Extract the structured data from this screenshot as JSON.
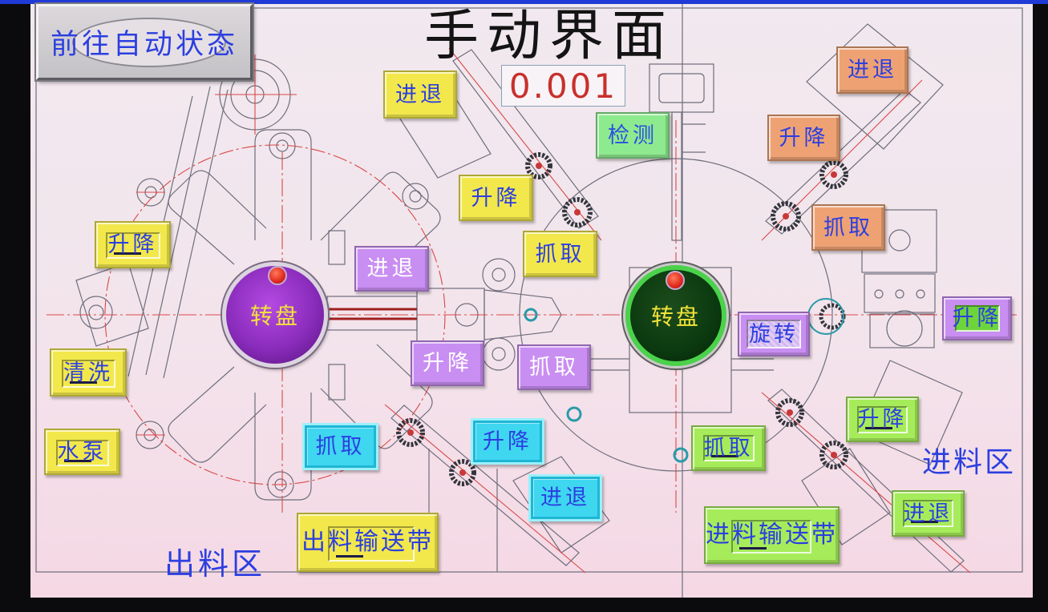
{
  "nav": {
    "goto_auto": "前往自动状态"
  },
  "header": {
    "title": "手动界面",
    "readout": "0.001"
  },
  "turntables": {
    "left": "转盘",
    "right": "转盘"
  },
  "zones": {
    "outfeed": "出料区",
    "infeed": "进料区"
  },
  "left_station": {
    "lift": "升降",
    "wash": "清洗",
    "pump": "水泵"
  },
  "yellow_arm": {
    "advance": "进退",
    "lift": "升降",
    "grab": "抓取"
  },
  "inspection": {
    "detect": "检测"
  },
  "orange_arm": {
    "advance": "进退",
    "lift": "升降",
    "grab": "抓取"
  },
  "purple_arm": {
    "advance": "进退",
    "lift": "升降",
    "grab": "抓取"
  },
  "right_station": {
    "rotate": "旋转",
    "lift": "升降"
  },
  "cyan_arm": {
    "grab": "抓取",
    "lift": "升降",
    "advance": "进退"
  },
  "green_arm": {
    "grab": "抓取",
    "lift": "升降",
    "advance": "进退"
  },
  "conveyors": {
    "outfeed": "出料输送带",
    "infeed": "进料输送带"
  },
  "colors": {
    "screen_bg": "#f3e4ec",
    "yellow_button": "#f2e84c",
    "orange_button": "#eea274",
    "purple_button": "#c98ef2",
    "cyan_button": "#3fd6f0",
    "lime_button": "#a6ec5a",
    "detect_button": "#8eea8e",
    "label_blue": "#2c3fe0",
    "readout_red": "#c8302c",
    "turntable_left": "#8a2cbc",
    "turntable_right": "#0c3a10",
    "indicator_red": "#e0281e"
  }
}
